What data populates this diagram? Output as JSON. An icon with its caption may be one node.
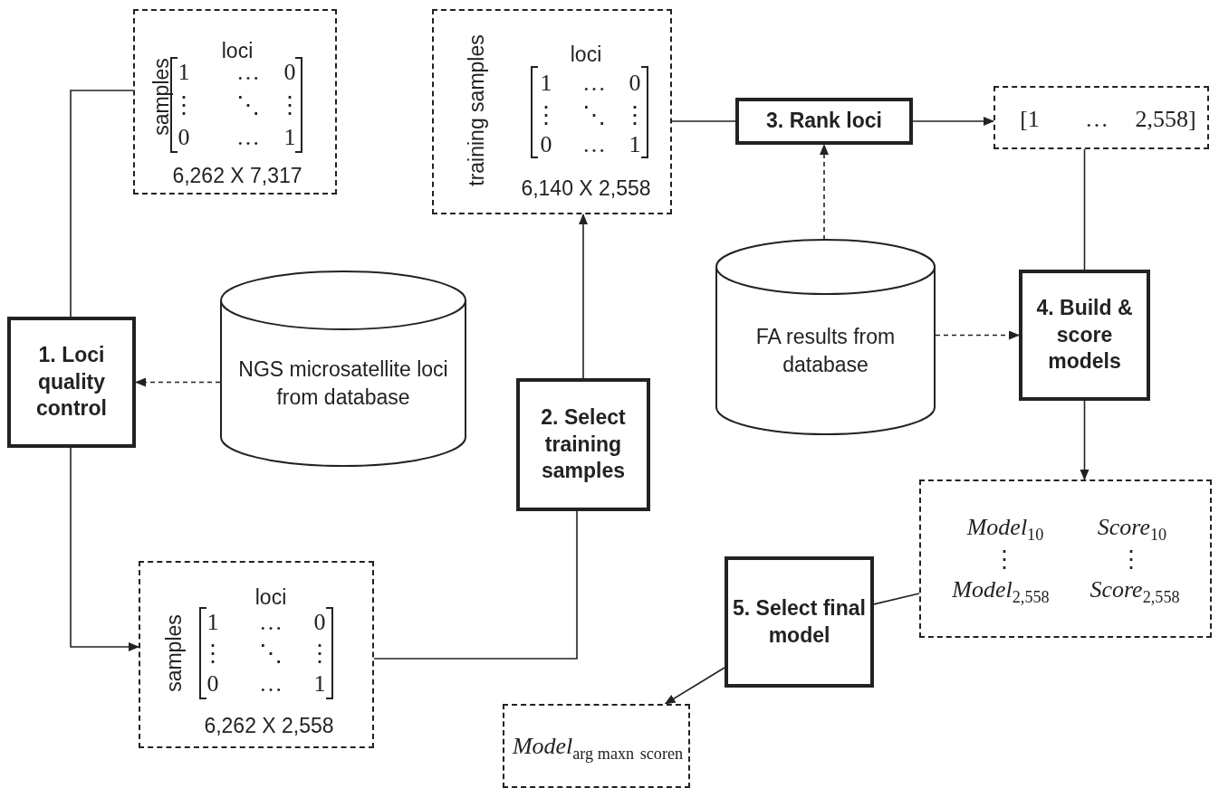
{
  "diagram": {
    "nodes": [
      {
        "text": [
          "loci",
          "samples",
          "1",
          "…",
          "0",
          "⋮",
          "⋱",
          "⋮",
          "0",
          "…",
          "1",
          "6,262 X 7,317"
        ]
      },
      {
        "text": [
          "1. Loci quality control"
        ]
      },
      {
        "text": [
          "NGS microsatellite loci from database"
        ]
      },
      {
        "text": [
          "loci",
          "samples",
          "1",
          "…",
          "0",
          "⋮",
          "⋱",
          "⋮",
          "0",
          "…",
          "1",
          "6,262 X 2,558"
        ]
      },
      {
        "text": [
          "2. Select training samples"
        ]
      },
      {
        "text": [
          "loci",
          "training samples",
          "1",
          "…",
          "0",
          "⋮",
          "⋱",
          "⋮",
          "0",
          "…",
          "1",
          "6,140 X 2,558"
        ]
      },
      {
        "text": [
          "3. Rank loci"
        ]
      },
      {
        "text": [
          "[1",
          "…",
          "2,558]"
        ]
      },
      {
        "text": [
          "FA results from database"
        ]
      },
      {
        "text": [
          "4. Build & score models"
        ]
      },
      {
        "text": [
          "*Model*$_{10}$",
          "*Score*$_{10}$",
          "⋮",
          "⋮",
          "*Model*$_{2,558}$",
          "*Score*$_{2,558}$"
        ]
      },
      {
        "text": [
          "5. Select final model"
        ]
      },
      {
        "text": [
          "*Model*$_{arg max}$$_{n}$ $_{score}$$_{n}$"
        ]
      }
    ],
    "edges": [
      {
        "from": 0,
        "to": 1,
        "arrow": "none"
      },
      {
        "from": 1,
        "to": 3,
        "arrow": "to"
      },
      {
        "from": 2,
        "to": 1,
        "arrow": "to",
        "style": "dashed"
      },
      {
        "from": 3,
        "to": 4,
        "arrow": "none"
      },
      {
        "from": 4,
        "to": 5,
        "arrow": "to"
      },
      {
        "from": 5,
        "to": 6,
        "arrow": "none"
      },
      {
        "from": 6,
        "to": 7,
        "arrow": "to"
      },
      {
        "from": 8,
        "to": 6,
        "arrow": "to",
        "style": "dashed"
      },
      {
        "from": 8,
        "to": 9,
        "arrow": "to",
        "style": "dashed"
      },
      {
        "from": 7,
        "to": 9,
        "arrow": "none"
      },
      {
        "from": 9,
        "to": 10,
        "arrow": "to"
      },
      {
        "from": 10,
        "to": 11,
        "arrow": "none"
      },
      {
        "from": 11,
        "to": 12,
        "arrow": "to"
      }
    ]
  }
}
